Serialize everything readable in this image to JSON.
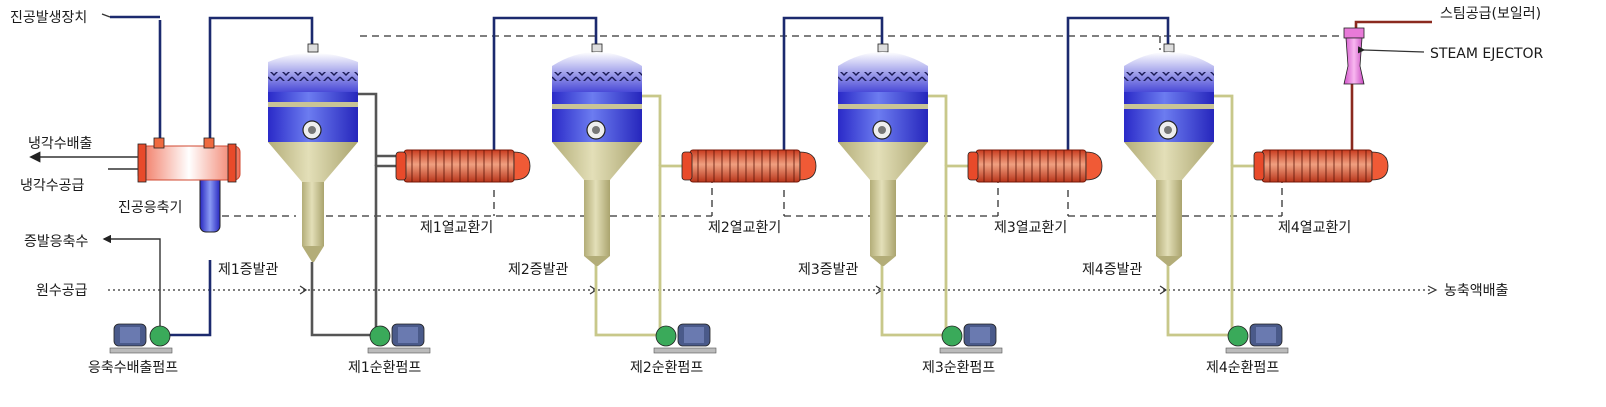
{
  "labels": {
    "vacuum_generator": "진공발생장치",
    "cooling_water_out": "냉각수배출",
    "cooling_water_in": "냉각수공급",
    "vacuum_condenser": "진공응축기",
    "condensate_out": "증발응축수",
    "feed_supply": "원수공급",
    "condensate_pump": "응축수배출펌프",
    "steam_supply": "스팀공급(보일러)",
    "steam_ejector": "STEAM EJECTOR",
    "concentrate_out": "농축액배출",
    "evaporators": [
      "제1증발관",
      "제2증발관",
      "제3증발관",
      "제4증발관"
    ],
    "heat_exchangers": [
      "제1열교환기",
      "제2열교환기",
      "제3열교환기",
      "제4열교환기"
    ],
    "circulation_pumps": [
      "제1순환펌프",
      "제2순환펌프",
      "제3순환펌프",
      "제4순환펌프"
    ]
  },
  "colors": {
    "vapor_line": "#1c2a6e",
    "steam_line": "#8b2a1f",
    "liquid_line": "#c8c88a",
    "evaporator_top": "#3535d8",
    "evaporator_body": "#c9c496",
    "heat_exchanger": "#e84a2a",
    "ejector": "#e87ad8",
    "pump_motor": "#4a5a8a",
    "pump_casing": "#3aaa5a"
  }
}
